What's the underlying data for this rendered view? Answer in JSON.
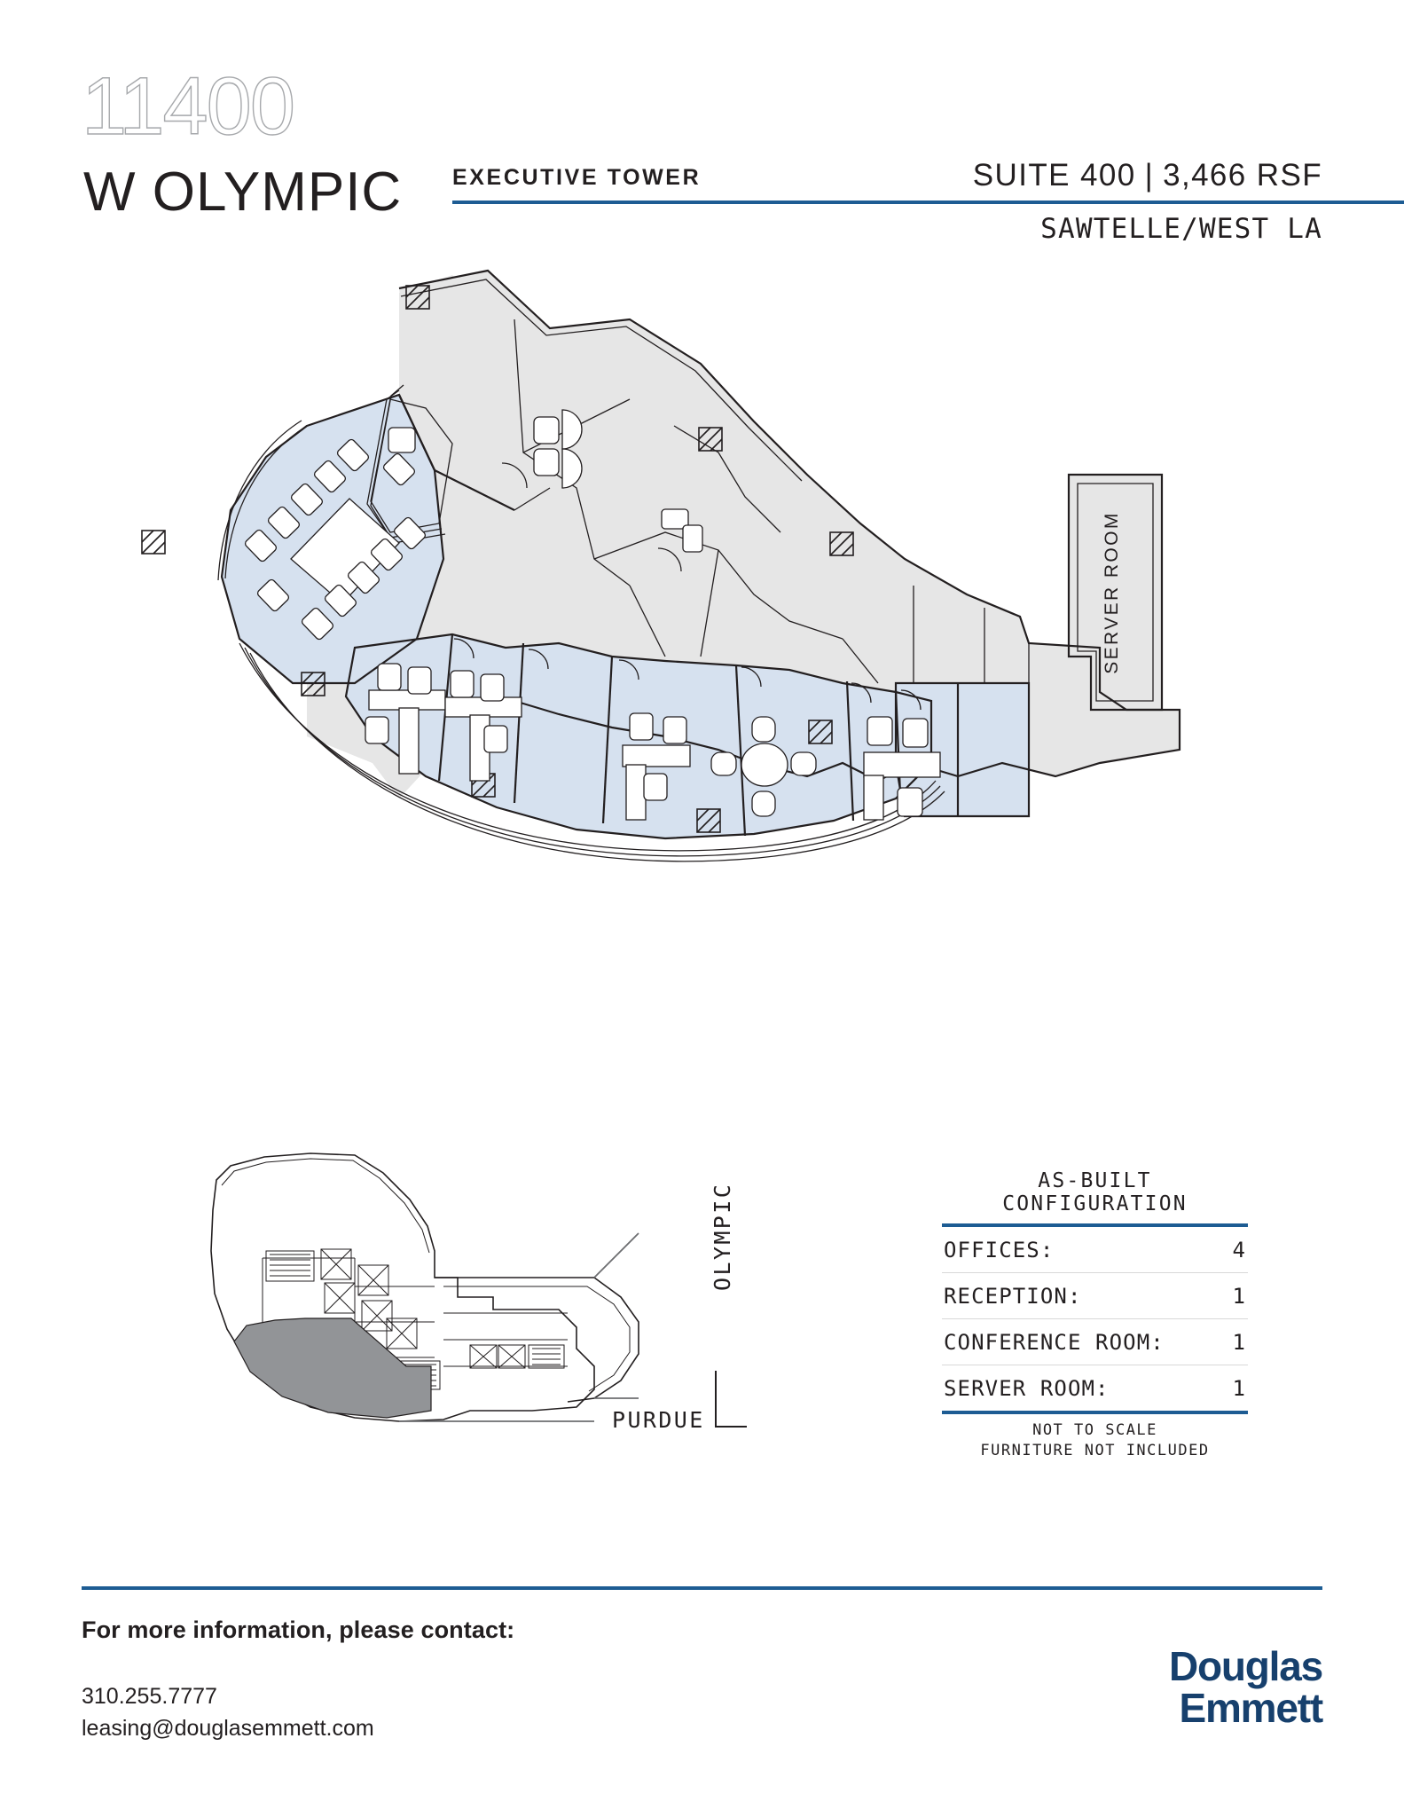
{
  "header": {
    "address_number": "11400",
    "address_street": "W OLYMPIC",
    "building_label": "EXECUTIVE TOWER",
    "suite": "SUITE 400",
    "separator": "|",
    "rsf": "3,466 RSF",
    "submarket": "SAWTELLE/WEST LA"
  },
  "floor_plan": {
    "room_labels": [
      {
        "name": "SERVER ROOM"
      }
    ],
    "colors": {
      "suite_fill": "#d6e1ef",
      "common_fill": "#e6e6e6",
      "wall_stroke": "#231f20",
      "accent": "#1d5c93"
    }
  },
  "key_map": {
    "streets": [
      {
        "name": "PURDUE"
      },
      {
        "name": "OLYMPIC"
      }
    ],
    "highlight_fill": "#929497"
  },
  "config": {
    "title": "AS-BUILT CONFIGURATION",
    "rows": [
      {
        "label": "OFFICES:",
        "value": "4"
      },
      {
        "label": "RECEPTION:",
        "value": "1"
      },
      {
        "label": "CONFERENCE ROOM:",
        "value": "1"
      },
      {
        "label": "SERVER ROOM:",
        "value": "1"
      }
    ],
    "note_line_1": "NOT TO SCALE",
    "note_line_2": "FURNITURE NOT INCLUDED"
  },
  "footer": {
    "heading": "For more information, please contact:",
    "phone": "310.255.7777",
    "email": "leasing@douglasemmett.com",
    "logo_line_1": "Douglas",
    "logo_line_2": "Emmett",
    "logo_color": "#17406d"
  }
}
